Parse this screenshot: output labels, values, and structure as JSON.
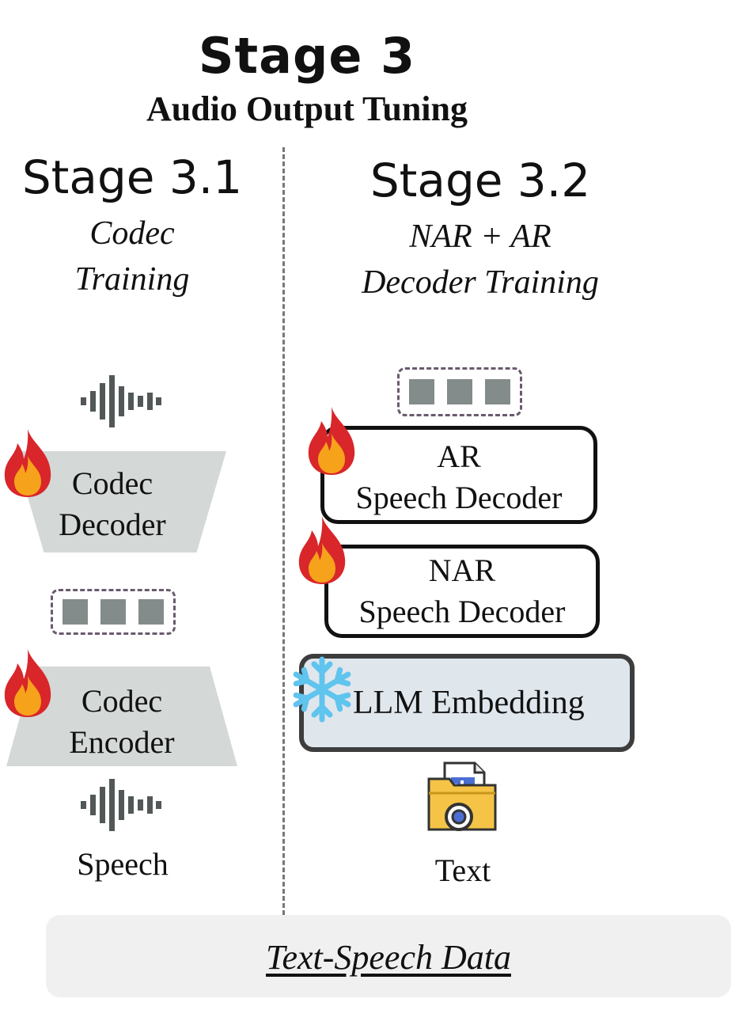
{
  "header": {
    "title": "Stage 3",
    "subtitle": "Audio Output Tuning"
  },
  "stage31": {
    "title": "Stage 3.1",
    "desc_line1": "Codec",
    "desc_line2": "Training",
    "decoder_line1": "Codec",
    "decoder_line2": "Decoder",
    "encoder_line1": "Codec",
    "encoder_line2": "Encoder",
    "input_label": "Speech"
  },
  "stage32": {
    "title": "Stage 3.2",
    "desc_line1": "NAR + AR",
    "desc_line2": "Decoder Training",
    "ar_line1": "AR",
    "ar_line2": "Speech Decoder",
    "nar_line1": "NAR",
    "nar_line2": "Speech Decoder",
    "llm_label": "LLM Embedding",
    "input_label": "Text"
  },
  "footer": {
    "data_label": "Text-Speech Data"
  },
  "icons": {
    "trainable": "fire-icon",
    "frozen": "snowflake-icon",
    "audio": "waveform-icon",
    "document": "document-folder-icon"
  },
  "colors": {
    "flame_outer": "#d8262a",
    "flame_inner": "#f7a21b",
    "codec_fill": "#d4d8d7",
    "token_fill": "#838c8a",
    "llm_fill": "#dfe6ec",
    "snowflake": "#5fc4ee",
    "folder": "#f5c446"
  }
}
